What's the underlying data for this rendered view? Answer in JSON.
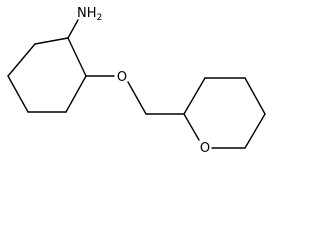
{
  "molecule": {
    "atoms": {
      "amine": {
        "symbol": "N",
        "hydrogens": "H",
        "h_count": "2"
      },
      "ether_oxygen": {
        "symbol": "O"
      },
      "ring_oxygen": {
        "symbol": "O"
      }
    }
  }
}
